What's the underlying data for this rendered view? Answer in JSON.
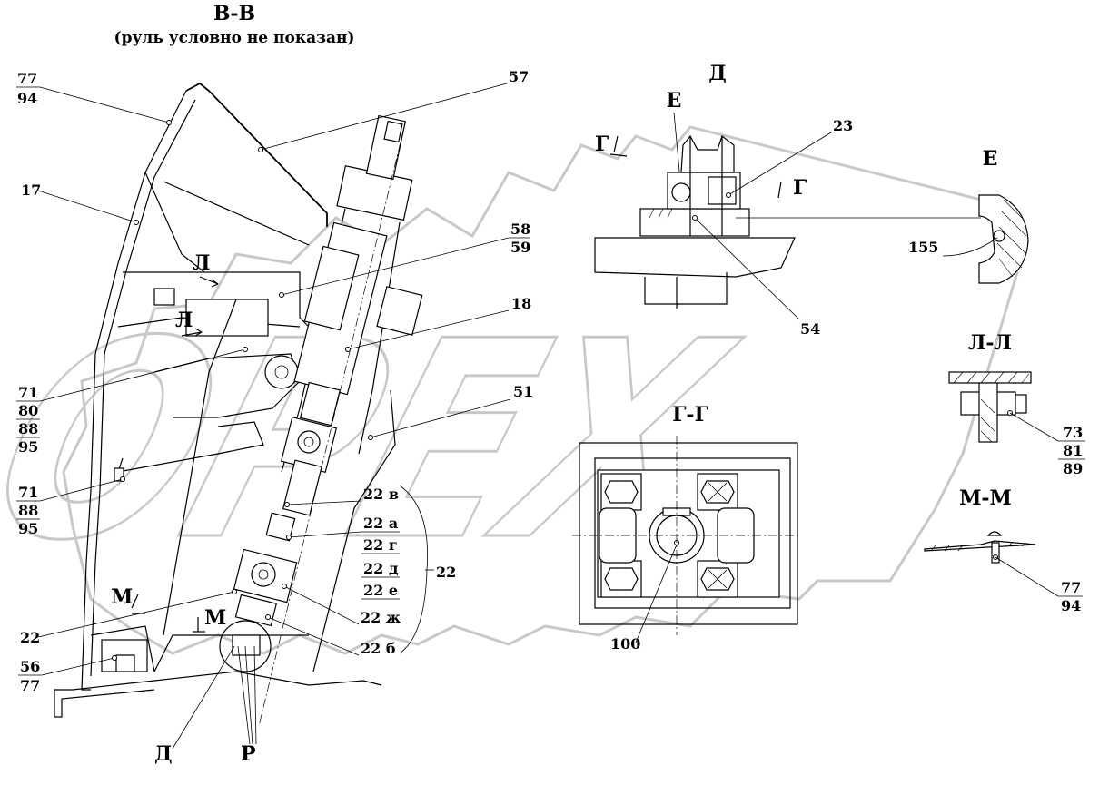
{
  "views": {
    "section_vv": {
      "title": "В-В",
      "subtitle": "(руль условно не показан)"
    },
    "view_d": {
      "title": "Д"
    },
    "view_e": {
      "title": "Е"
    },
    "section_ll": {
      "title": "Л-Л"
    },
    "section_mm": {
      "title": "М-М"
    },
    "section_gg": {
      "title": "Г-Г"
    }
  },
  "section_marks": {
    "l_upper": "Л",
    "l_lower": "Л",
    "m_left": "М",
    "m_right": "М",
    "g_left": "Г",
    "g_right": "Г",
    "e_in_d": "Е",
    "d_bottom": "Д",
    "r_bottom": "Р"
  },
  "callouts": {
    "c77_94_top": {
      "top": "77",
      "bottom": "94"
    },
    "c17": "17",
    "c57": "57",
    "c58_59": {
      "top": "58",
      "bottom": "59"
    },
    "c18": "18",
    "c71_80_88_95": [
      "71",
      "80",
      "88",
      "95"
    ],
    "c51": "51",
    "c71_88_95": [
      "71",
      "88",
      "95"
    ],
    "c22v": "22 в",
    "c22a": "22 а",
    "c22g": "22 г",
    "c22d": "22 д",
    "c22e": "22 е",
    "c22_group": "22",
    "c22zh": "22 ж",
    "c22b": "22 б",
    "c22_left": "22",
    "c56_77": {
      "top": "56",
      "bottom": "77"
    },
    "c23": "23",
    "c54": "54",
    "c155": "155",
    "c73_81_89": [
      "73",
      "81",
      "89"
    ],
    "c77_94_mm": {
      "top": "77",
      "bottom": "94"
    },
    "c100": "100"
  },
  "watermark": {
    "text": "OPEX"
  }
}
